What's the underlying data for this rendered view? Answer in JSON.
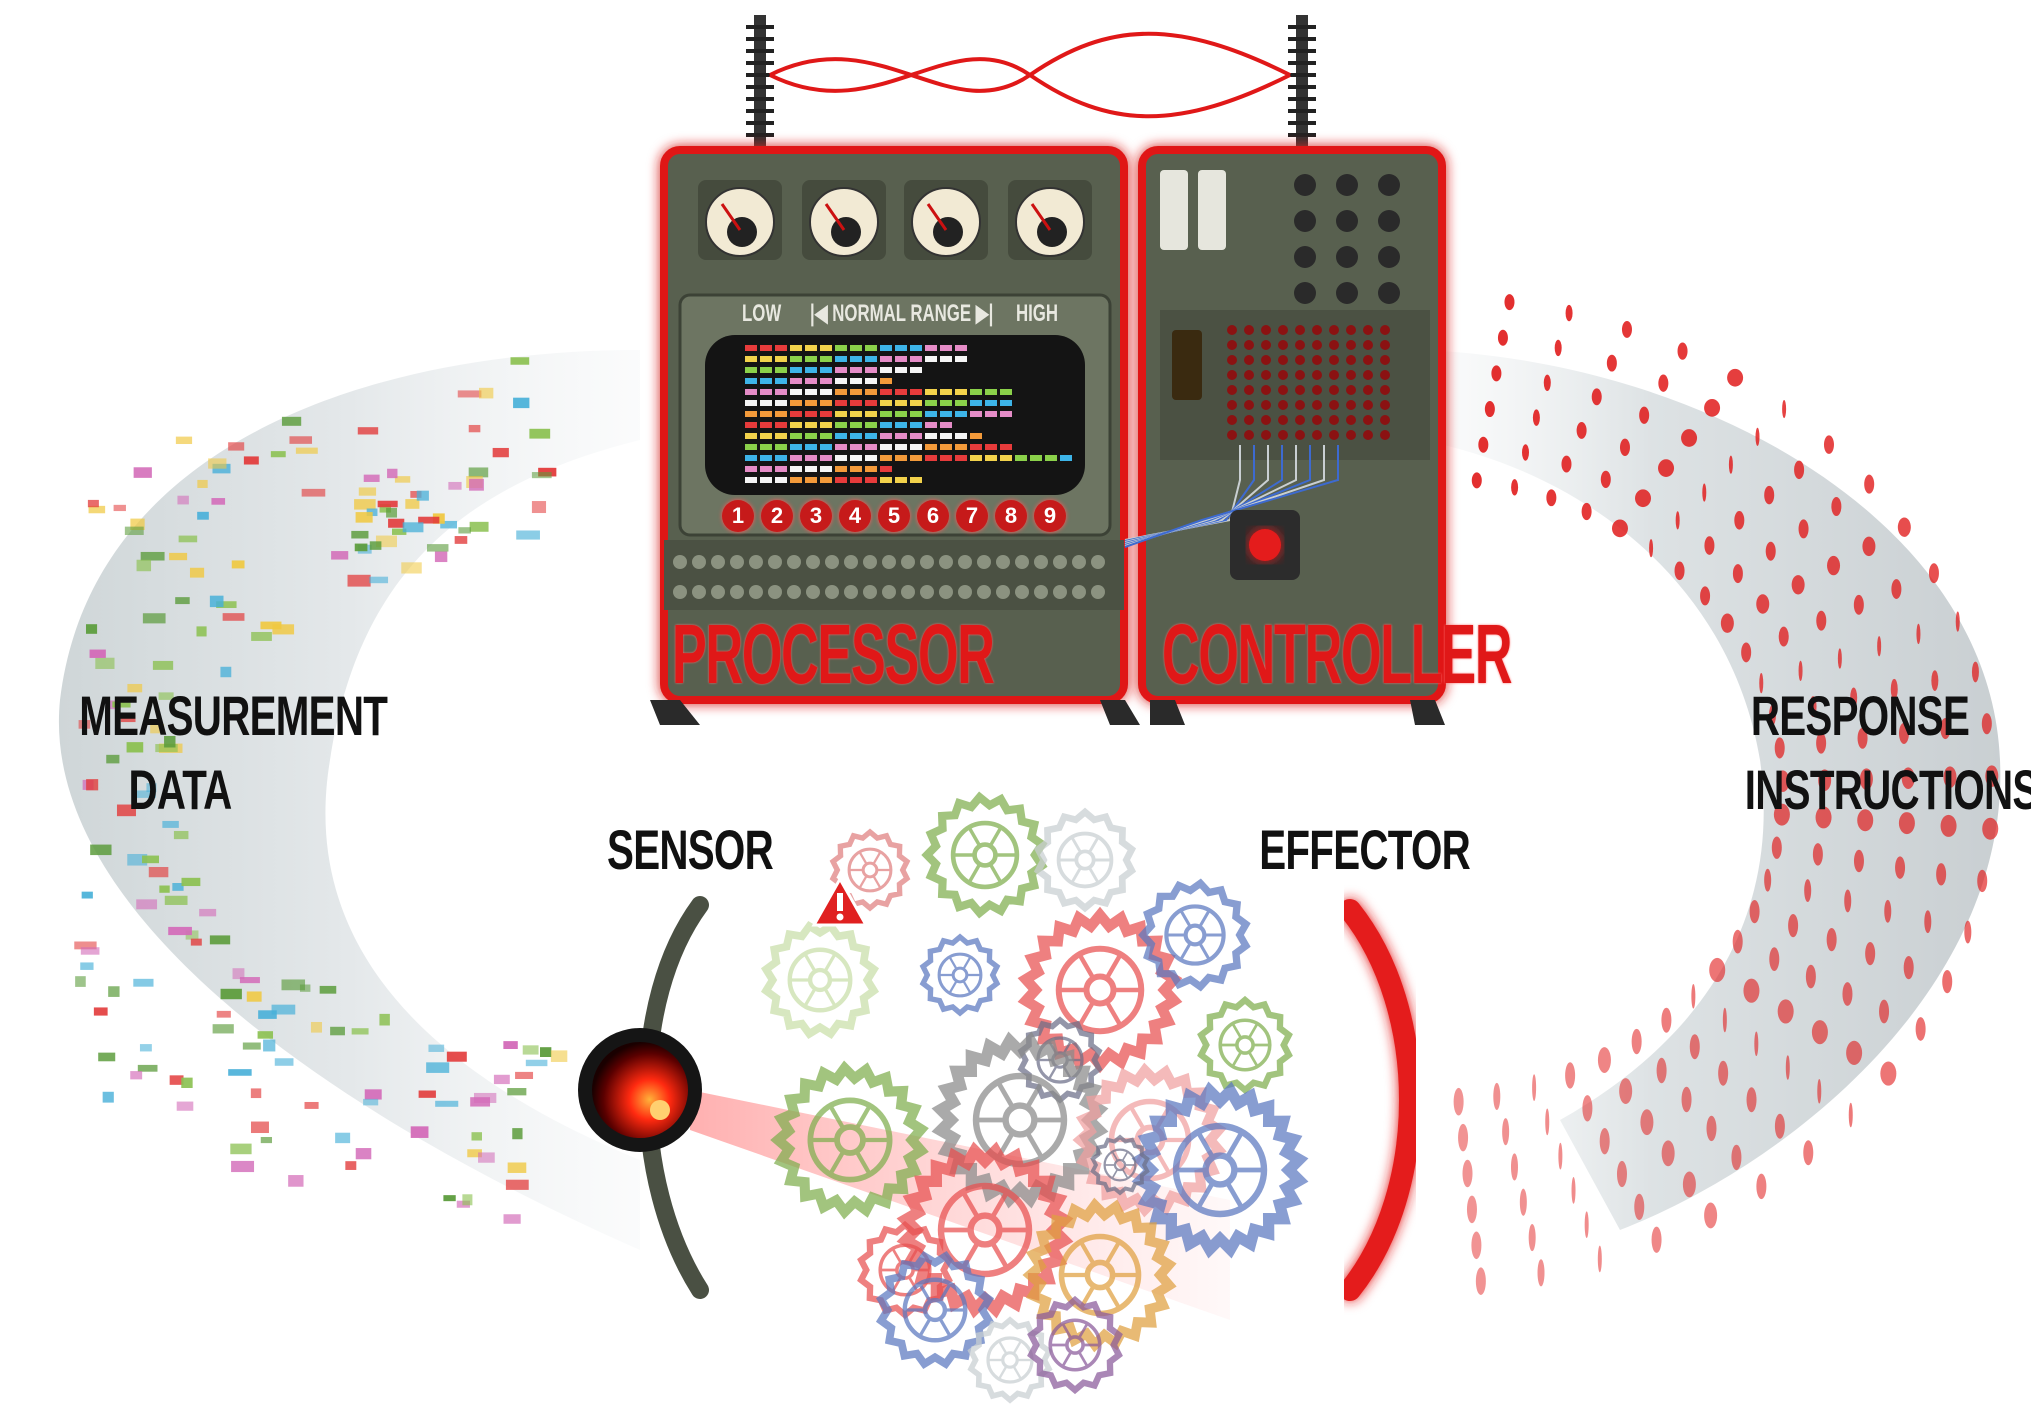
{
  "labels": {
    "measurement_line1": "MEASUREMENT",
    "measurement_line2": "DATA",
    "response_line1": "RESPONSE",
    "response_line2": "INSTRUCTIONS",
    "sensor": "SENSOR",
    "effector": "EFFECTOR",
    "processor": "PROCESSOR",
    "controller": "CONTROLLER"
  },
  "display": {
    "low": "LOW",
    "normal_range": "|◀ NORMAL RANGE ▶|",
    "high": "HIGH",
    "channels": [
      "1",
      "2",
      "3",
      "4",
      "5",
      "6",
      "7",
      "8",
      "9"
    ]
  },
  "colors": {
    "panel": "#59604f",
    "panel_dark": "#3c4236",
    "glow_red": "#e01818",
    "screen": "#141414",
    "band": "#dfe3e6"
  },
  "icons": [
    "warning-icon",
    "sensor-eye-icon",
    "gear-icon",
    "dial-gauge-icon"
  ]
}
